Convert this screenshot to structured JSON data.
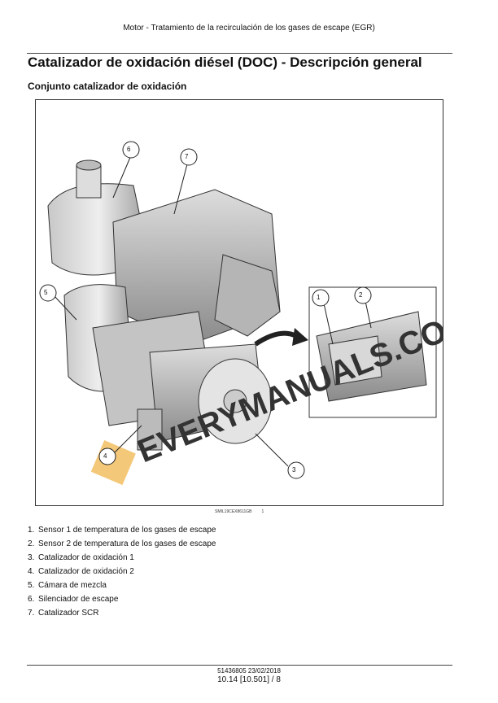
{
  "header": "Motor - Tratamiento de la recirculación de los gases de escape (EGR)",
  "title": "Catalizador de oxidación diésel (DOC) - Descripción general",
  "subtitle": "Conjunto catalizador de oxidación",
  "figure": {
    "callouts": [
      "1",
      "2",
      "3",
      "4",
      "5",
      "6",
      "7"
    ],
    "caption_code": "SMIL19CEX8611GB",
    "caption_number": "1",
    "watermark": "EVERYMANUALS.COM"
  },
  "legend": [
    {
      "n": "1.",
      "text": "Sensor 1 de temperatura de los gases de escape"
    },
    {
      "n": "2.",
      "text": "Sensor 2 de temperatura de los gases de escape"
    },
    {
      "n": "3.",
      "text": "Catalizador de oxidación 1"
    },
    {
      "n": "4.",
      "text": "Catalizador de oxidación 2"
    },
    {
      "n": "5.",
      "text": "Cámara de mezcla"
    },
    {
      "n": "6.",
      "text": "Silenciador de escape"
    },
    {
      "n": "7.",
      "text": "Catalizador SCR"
    }
  ],
  "footer": {
    "doc": "51436805 23/02/2018",
    "page": "10.14 [10.501] / 8"
  }
}
